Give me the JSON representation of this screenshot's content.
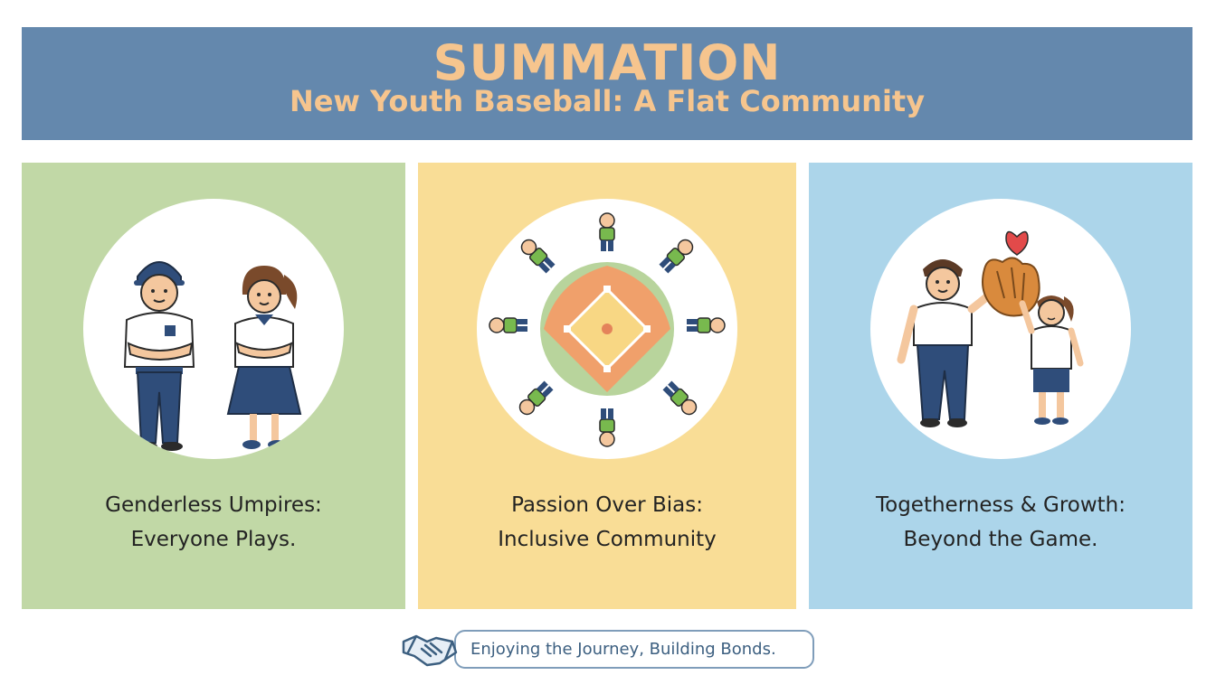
{
  "header": {
    "title": "SUMMATION",
    "subtitle": "New Youth Baseball: A Flat Community"
  },
  "panels": [
    {
      "caption_line1": "Genderless Umpires:",
      "caption_line2": "Everyone Plays.",
      "icon": "umpires-illustration"
    },
    {
      "caption_line1": "Passion Over Bias:",
      "caption_line2": "Inclusive Community",
      "icon": "baseball-diamond-circle-illustration"
    },
    {
      "caption_line1": "Togetherness & Growth:",
      "caption_line2": "Beyond the Game.",
      "icon": "parent-child-glove-illustration"
    }
  ],
  "footer": {
    "text": "Enjoying the Journey, Building Bonds.",
    "icon": "handshake-icon"
  },
  "colors": {
    "banner": "#6488ad",
    "banner_text": "#f6c58e",
    "panel_green": "#c1d8a6",
    "panel_yellow": "#f9dd96",
    "panel_blue": "#acd5ea",
    "navy": "#2f4d7a"
  }
}
